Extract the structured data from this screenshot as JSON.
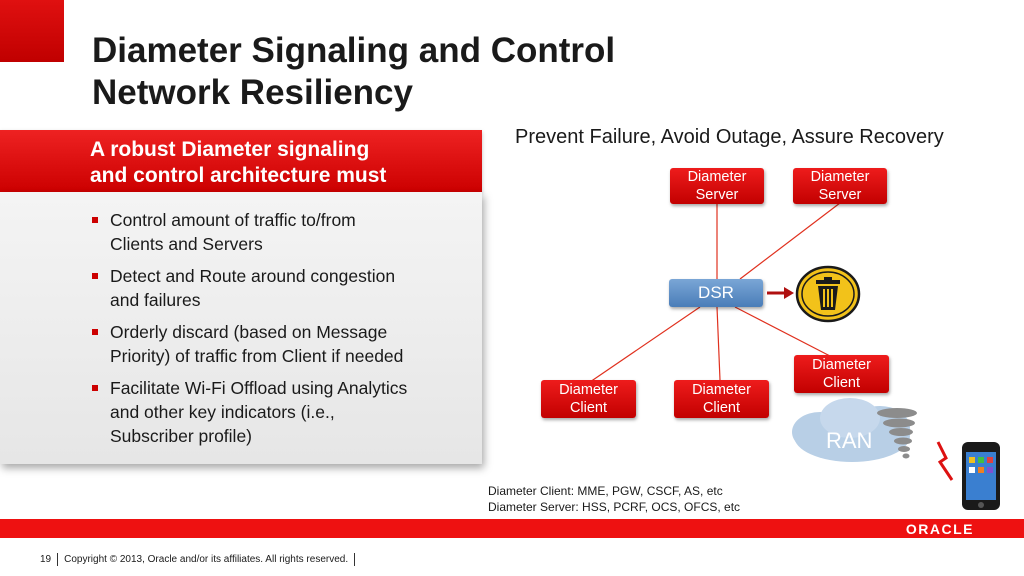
{
  "title": {
    "line1": "Diameter Signaling and Control",
    "line2": "Network Resiliency"
  },
  "banner": {
    "line1": "A robust Diameter signaling",
    "line2": "and control architecture must"
  },
  "bullets": [
    {
      "line1": "Control amount of traffic to/from",
      "line2": "Clients and Servers"
    },
    {
      "line1": "Detect and Route around congestion",
      "line2": "and failures"
    },
    {
      "line1": "Orderly discard (based on Message",
      "line2": "Priority) of traffic from Client if needed"
    },
    {
      "line1": "Facilitate Wi-Fi Offload using Analytics",
      "line2": "and other key indicators (i.e.,",
      "line3": "Subscriber profile)"
    }
  ],
  "subheading": "Prevent Failure, Avoid Outage, Assure Recovery",
  "diagram": {
    "servers": [
      {
        "line1": "Diameter",
        "line2": "Server"
      },
      {
        "line1": "Diameter",
        "line2": "Server"
      }
    ],
    "dsr": "DSR",
    "clients": [
      {
        "line1": "Diameter",
        "line2": "Client"
      },
      {
        "line1": "Diameter",
        "line2": "Client"
      },
      {
        "line1": "Diameter",
        "line2": "Client"
      }
    ],
    "ran": "RAN",
    "icons": [
      "trash-can-icon",
      "tornado-icon",
      "lightning-icon",
      "smartphone-icon"
    ],
    "link_color": "#e0301e"
  },
  "legend": {
    "line1": "Diameter Client:  MME, PGW, CSCF, AS, etc",
    "line2": "Diameter Server: HSS, PCRF, OCS, OFCS, etc"
  },
  "footer": {
    "page_number": "19",
    "copyright": "Copyright © 2013, Oracle and/or its affiliates. All rights reserved.",
    "logo": "ORACLE"
  },
  "colors": {
    "brand_red": "#cc0000",
    "dsr_blue": "#4a7db8",
    "footer_bar": "#ee1111"
  }
}
